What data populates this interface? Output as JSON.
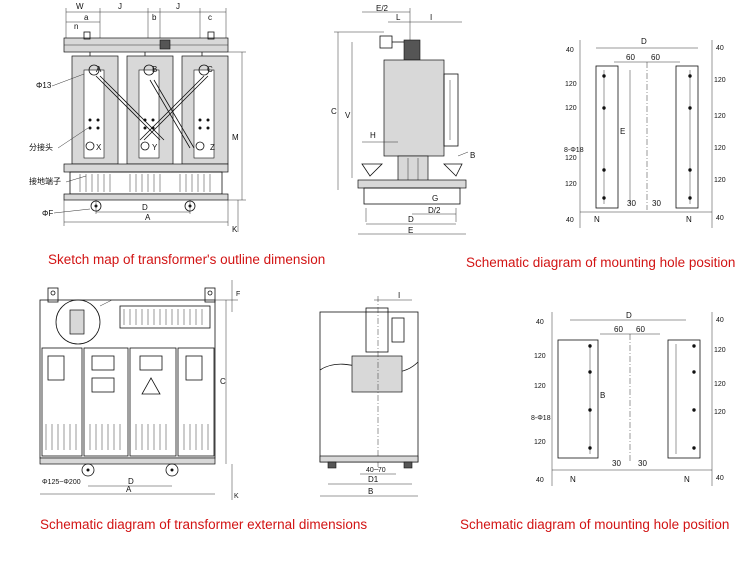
{
  "captions": {
    "top_left": "Sketch map of transformer's outline dimension",
    "top_right": "Schematic diagram of mounting hole position",
    "bottom_left": "Schematic diagram of transformer external dimensions",
    "bottom_right": "Schematic diagram of mounting hole position"
  },
  "outline_front": {
    "W": "W",
    "J1": "J",
    "b1": "b",
    "J2": "J",
    "c": "c",
    "n": "n",
    "a": "a",
    "A": "A",
    "B": "B",
    "C": "C",
    "X": "X",
    "Y": "Y",
    "Z": "Z",
    "phi13": "Φ13",
    "tap_changer": "分接头",
    "ground_terminal": "接地端子",
    "phiF": "ΦF",
    "D": "D",
    "A_dim": "A",
    "M": "M",
    "K": "K"
  },
  "outline_side": {
    "E2": "E/2",
    "L": "L",
    "I": "I",
    "C": "C",
    "V": "V",
    "H": "H",
    "B": "B",
    "G": "G",
    "D2": "D/2",
    "D": "D",
    "E": "E"
  },
  "holes_top": {
    "D": "D",
    "s60a": "60",
    "s60b": "60",
    "E": "E",
    "v40a": "40",
    "v120a": "120",
    "v120b": "120",
    "v120c": "120",
    "v120d": "120",
    "v40b": "40",
    "r40a": "40",
    "r120a": "120",
    "r120b": "120",
    "r120c": "120",
    "r120d": "120",
    "r40b": "40",
    "holes": "8-Φ18",
    "N1": "N",
    "s30a": "30",
    "s30b": "30",
    "N2": "N"
  },
  "enclosure_front": {
    "F": "F",
    "C": "C",
    "phi": "Φ125~Φ200",
    "D": "D",
    "A": "A",
    "K": "K"
  },
  "enclosure_side": {
    "I": "I",
    "range": "40~70",
    "D1": "D1",
    "B": "B"
  },
  "holes_bottom": {
    "D": "D",
    "s60a": "60",
    "s60b": "60",
    "B": "B",
    "v40a": "40",
    "v120a": "120",
    "v120b": "120",
    "v120c": "120",
    "v40b": "40",
    "r40a": "40",
    "r120a": "120",
    "r120b": "120",
    "r120c": "120",
    "r40b": "40",
    "holes": "8-Φ18",
    "N1": "N",
    "s30a": "30",
    "s30b": "30",
    "N2": "N"
  }
}
